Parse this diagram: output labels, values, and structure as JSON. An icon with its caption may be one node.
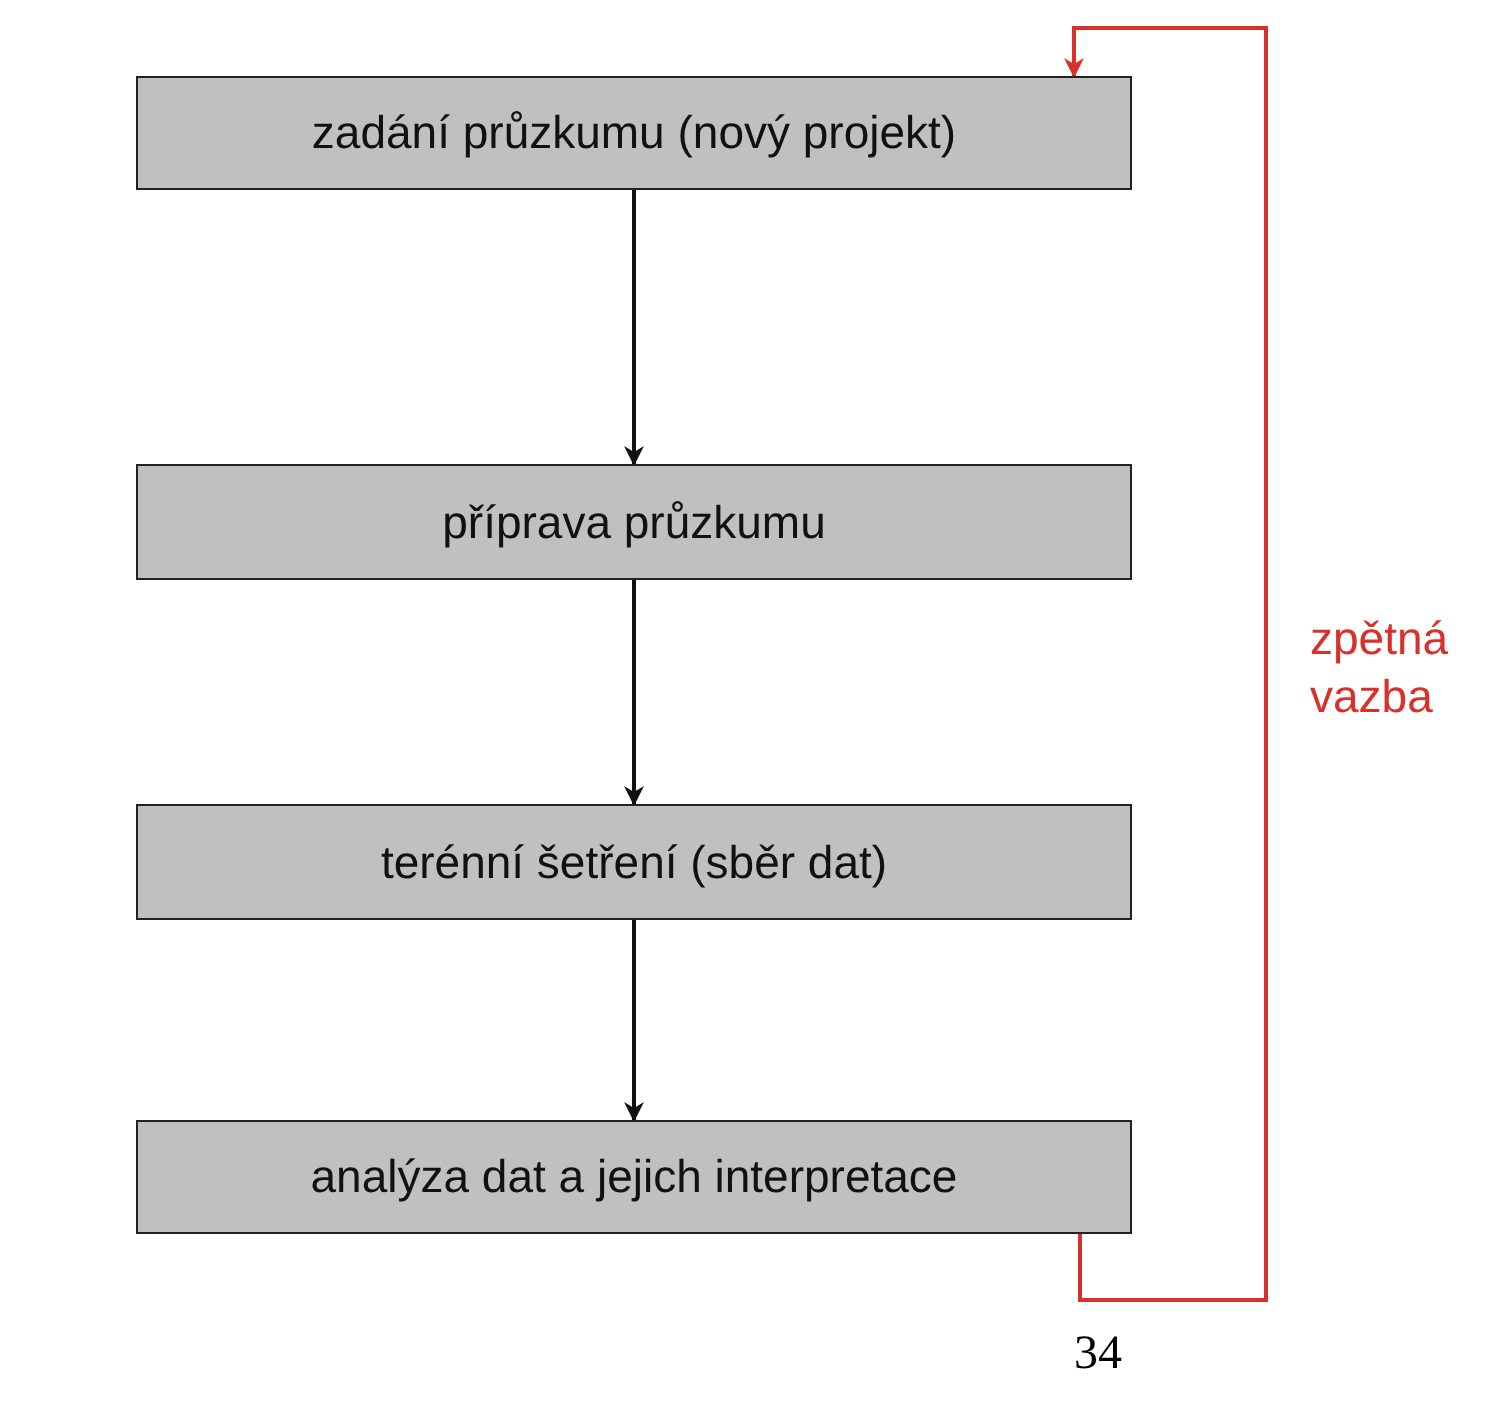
{
  "diagram": {
    "nodes": [
      {
        "text": [
          "zadání průzkumu (nový projekt)"
        ]
      },
      {
        "text": [
          "příprava průzkumu"
        ]
      },
      {
        "text": [
          "terénní šetření (sběr dat)"
        ]
      },
      {
        "text": [
          "analýza dat a jejich interpretace"
        ]
      }
    ],
    "edges": [
      {
        "from": 0,
        "to": 1,
        "arrow": "to"
      },
      {
        "from": 1,
        "to": 2,
        "arrow": "to"
      },
      {
        "from": 2,
        "to": 3,
        "arrow": "to"
      },
      {
        "from": 3,
        "to": 0,
        "arrow": "to",
        "label": "zpětná vazba",
        "color": "#d9302c"
      }
    ],
    "labels": [
      "34"
    ]
  }
}
